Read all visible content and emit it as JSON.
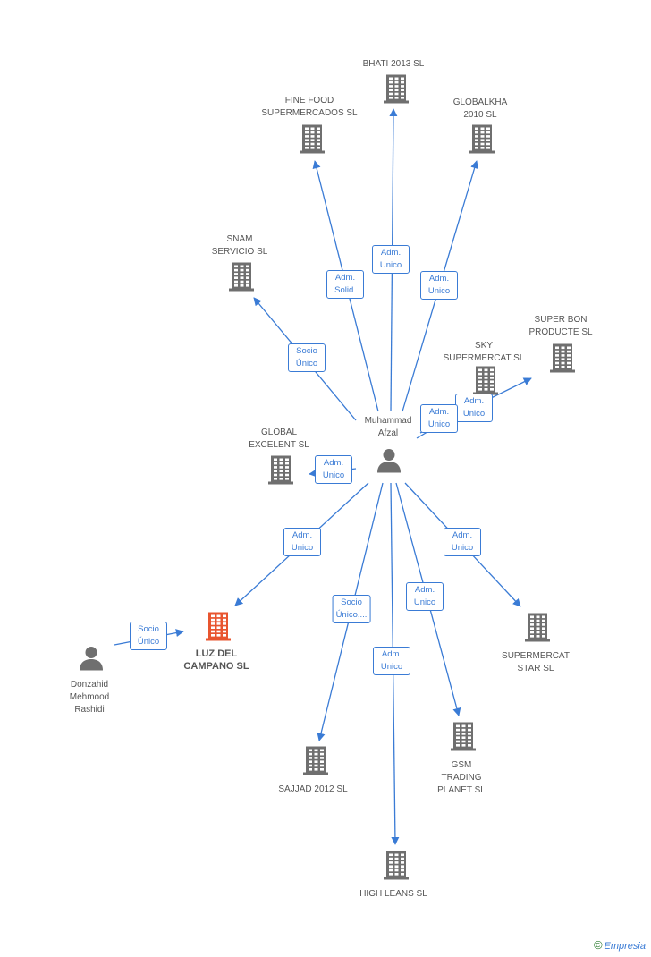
{
  "footer": {
    "brand": "Empresia"
  },
  "colors": {
    "edge": "#3a7bd5",
    "company": "#6f6f6f",
    "focus": "#e8552f",
    "person": "#6f6f6f"
  },
  "nodes": [
    {
      "id": "bhati",
      "type": "company",
      "label": "BHATI 2013 SL"
    },
    {
      "id": "finefood",
      "type": "company",
      "label": "FINE FOOD\nSUPERMERCADOS SL"
    },
    {
      "id": "globalkha",
      "type": "company",
      "label": "GLOBALKHA\n2010 SL"
    },
    {
      "id": "snam",
      "type": "company",
      "label": "SNAM\nSERVICIO SL"
    },
    {
      "id": "superbon",
      "type": "company",
      "label": "SUPER BON\nPRODUCTE  SL"
    },
    {
      "id": "sky",
      "type": "company",
      "label": "SKY\nSUPERMERCAT SL"
    },
    {
      "id": "muhammad",
      "type": "person",
      "label": "Muhammad\nAfzal"
    },
    {
      "id": "globalexcelent",
      "type": "company",
      "label": "GLOBAL\nEXCELENT SL"
    },
    {
      "id": "luz",
      "type": "focus",
      "label": "LUZ DEL\nCAMPANO SL"
    },
    {
      "id": "donzahid",
      "type": "person",
      "label": "Donzahid\nMehmood\nRashidi"
    },
    {
      "id": "supermercatstar",
      "type": "company",
      "label": "SUPERMERCAT\nSTAR SL"
    },
    {
      "id": "sajjad",
      "type": "company",
      "label": "SAJJAD 2012 SL"
    },
    {
      "id": "gsm",
      "type": "company",
      "label": "GSM\nTRADING\nPLANET SL"
    },
    {
      "id": "highleans",
      "type": "company",
      "label": "HIGH LEANS  SL"
    }
  ],
  "edges": [
    {
      "from": "muhammad",
      "to": "bhati",
      "label": "Adm.\nUnico"
    },
    {
      "from": "muhammad",
      "to": "finefood",
      "label": "Adm.\nSolid."
    },
    {
      "from": "muhammad",
      "to": "globalkha",
      "label": "Adm.\nUnico"
    },
    {
      "from": "muhammad",
      "to": "snam",
      "label": "Socio\nÚnico"
    },
    {
      "from": "muhammad",
      "to": "superbon",
      "label": "Adm.\nUnico"
    },
    {
      "from": "muhammad",
      "to": "sky",
      "label": "Adm.\nUnico"
    },
    {
      "from": "muhammad",
      "to": "globalexcelent",
      "label": "Adm.\nUnico"
    },
    {
      "from": "muhammad",
      "to": "luz",
      "label": "Adm.\nUnico"
    },
    {
      "from": "muhammad",
      "to": "sajjad",
      "label": "Socio\nÚnico,..."
    },
    {
      "from": "muhammad",
      "to": "highleans",
      "label": "Adm.\nUnico"
    },
    {
      "from": "muhammad",
      "to": "gsm",
      "label": "Adm.\nUnico"
    },
    {
      "from": "muhammad",
      "to": "supermercatstar",
      "label": "Adm.\nUnico"
    },
    {
      "from": "donzahid",
      "to": "luz",
      "label": "Socio\nÚnico"
    }
  ]
}
